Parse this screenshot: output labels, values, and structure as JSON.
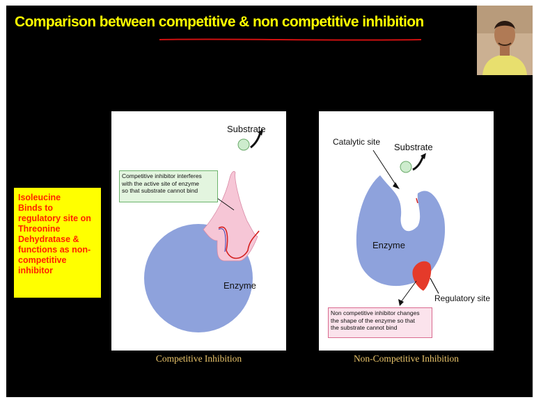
{
  "slide": {
    "title": "Comparison between competitive & non competitive inhibition"
  },
  "note": {
    "text": "Isoleucine\nBinds to\nregulatory site on\nThreonine\nDehydratase &\nfunctions as non-\ncompetitive\ninhibitor"
  },
  "left_panel": {
    "substrate_label": "Substrate",
    "callout": "Competitive inhibitor interferes\nwith the active site of enzyme\nso that substrate cannot bind",
    "enzyme_label": "Enzyme",
    "caption": "Competitive Inhibition"
  },
  "right_panel": {
    "catalytic_label": "Catalytic site",
    "substrate_label": "Substrate",
    "enzyme_label": "Enzyme",
    "regulatory_label": "Regulatory site",
    "callout": "Non competitive inhibitor changes\nthe shape of the enzyme so that\nthe substrate cannot bind",
    "caption": "Non-Competitive Inhibition"
  },
  "colors": {
    "title": "#ffff00",
    "enzyme": "#8ea2dc",
    "inhibitor_pink": "#f6c6d6",
    "regulator_red": "#e53a2a",
    "substrate_green": "#cdeccd"
  }
}
